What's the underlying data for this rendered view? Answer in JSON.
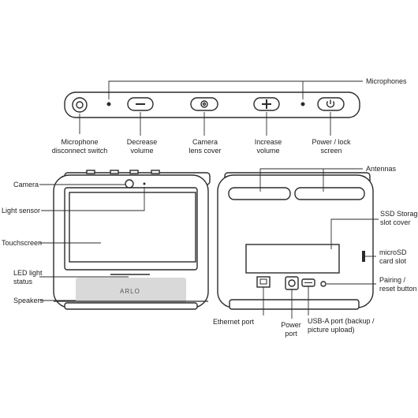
{
  "top_strip": {
    "microphones": "Microphones",
    "mic_disconnect": [
      "Microphone",
      "disconnect switch"
    ],
    "decrease_volume": [
      "Decrease",
      "volume"
    ],
    "camera_cover": [
      "Camera",
      "lens cover"
    ],
    "increase_volume": [
      "Increase",
      "volume"
    ],
    "power_lock": [
      "Power / lock",
      "screen"
    ]
  },
  "front_view": {
    "camera": "Camera",
    "light_sensor": "Light sensor",
    "touchscreen": "Touchscreen",
    "led_status": [
      "LED light",
      "status"
    ],
    "speakers": "Speakers",
    "logo_text": "ARLO"
  },
  "back_view": {
    "antennas": "Antennas",
    "ssd_cover": [
      "SSD Storage",
      "slot cover"
    ],
    "microsd": [
      "microSD",
      "card slot"
    ],
    "pairing": [
      "Pairing /",
      "reset button"
    ],
    "ethernet": "Ethernet port",
    "power_port": [
      "Power",
      "port"
    ],
    "usb_port": [
      "USB-A port (backup /",
      "picture upload)"
    ]
  },
  "colors": {
    "outline": "#2b2b2b",
    "fill": "#ffffff",
    "grille": "#d9d9d9"
  }
}
